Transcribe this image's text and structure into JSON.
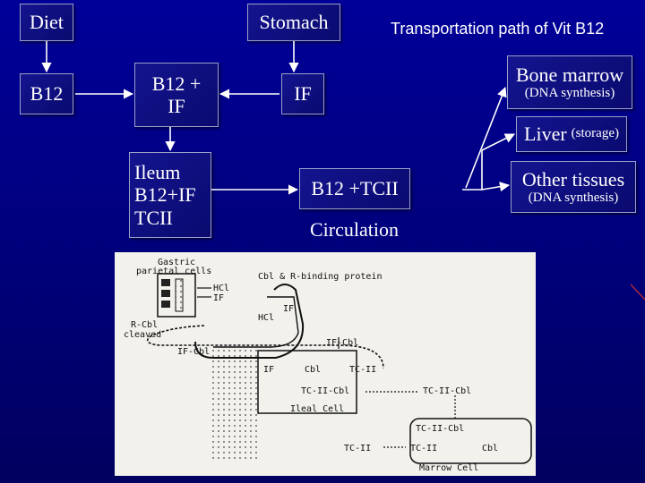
{
  "title": "Transportation path of Vit B12",
  "top": {
    "diet": "Diet",
    "stomach": "Stomach"
  },
  "flow": {
    "b12": "B12",
    "b12_if_line1": "B12 +",
    "b12_if_line2": "IF",
    "if": "IF",
    "ileum_line1": "Ileum",
    "ileum_line2": "B12+IF",
    "ileum_line3": "TCII",
    "b12_tcii": "B12 +TCII",
    "circulation": "Circulation"
  },
  "destinations": {
    "bone_marrow": "Bone marrow",
    "bone_marrow_note": "(DNA synthesis)",
    "liver": "Liver",
    "liver_note": "(storage)",
    "other_tissues": "Other tissues",
    "other_tissues_note": "(DNA synthesis)"
  },
  "figure": {
    "gastric_line1": "Gastric",
    "gastric_line2": "parietal cells",
    "cbl_binding": "Cbl & R-binding protein",
    "hcl_a": "HCl",
    "if_a": "IF",
    "if_b": "IF",
    "hcl_b": "HCl",
    "r_cbl": "R-Cbl",
    "cleaved": "cleaved",
    "if_cbl_a": "IF-Cbl",
    "if_cbl_b": "IF-Cbl",
    "if_c": "IF",
    "cbl_a": "Cbl",
    "tcii_a": "TC-II",
    "tcii_cbl_a": "TC-II-Cbl",
    "tcii_cbl_b": "TC-II-Cbl",
    "ileal_cell": "Ileal Cell",
    "tcii_cbl_c": "TC-II-Cbl",
    "tcii_b": "TC-II",
    "tcii_c": "TC-II",
    "cbl_b": "Cbl",
    "marrow_cell": "Marrow Cell"
  },
  "colors": {
    "background": "#000099",
    "box_border": "#9aa0c8",
    "text": "#ffffff",
    "arrow": "#ffffff"
  }
}
